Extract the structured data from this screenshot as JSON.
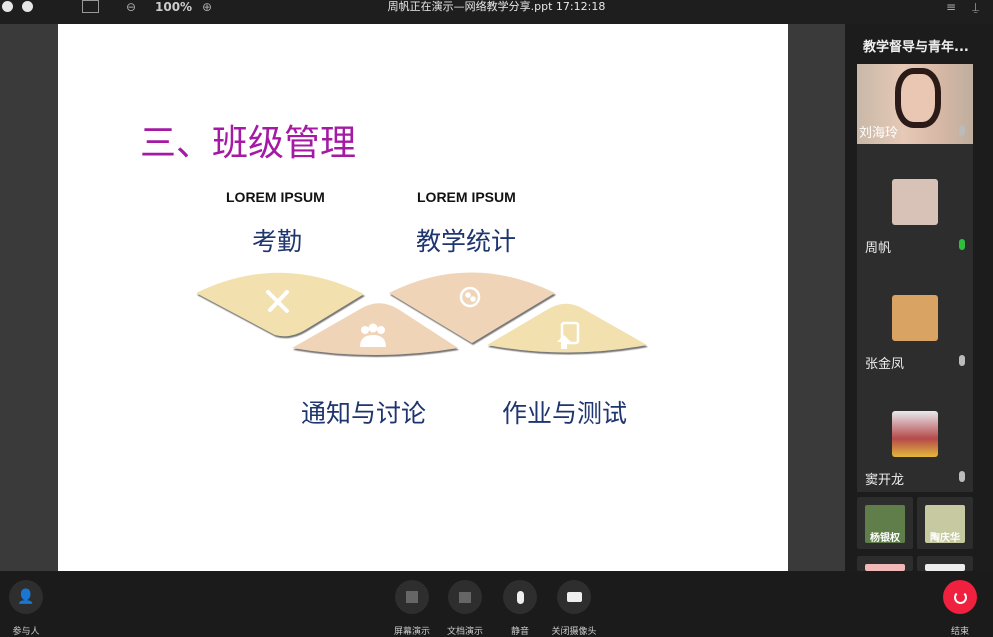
{
  "titlebar": {
    "zoom": "100%",
    "title": "周帆正在演示—网络教学分享.ppt 17:12:18"
  },
  "slide": {
    "heading": "三、班级管理",
    "lorem_left": "LOREM IPSUM",
    "lorem_right": "LOREM IPSUM",
    "items": [
      "考勤",
      "教学统计",
      "通知与讨论",
      "作业与测试"
    ],
    "colors": {
      "yellow": "#f2e0ae",
      "peach": "#efd4b8",
      "heading": "#a51aa5",
      "item": "#1f3570"
    }
  },
  "sidebar": {
    "title": "教学督导与青年...",
    "participants": [
      {
        "name": "刘海玲",
        "mic": "muted"
      },
      {
        "name": "周帆",
        "mic": "active"
      },
      {
        "name": "张金凤",
        "mic": "muted"
      },
      {
        "name": "窦开龙",
        "mic": "muted"
      }
    ],
    "small": [
      {
        "name": "杨银权"
      },
      {
        "name": "陶庆华"
      }
    ]
  },
  "toolbar": {
    "participants": "参与人",
    "screen_share": "屏幕演示",
    "doc_share": "文档演示",
    "mute": "静音",
    "camera_off": "关闭摄像头",
    "end": "结束"
  }
}
